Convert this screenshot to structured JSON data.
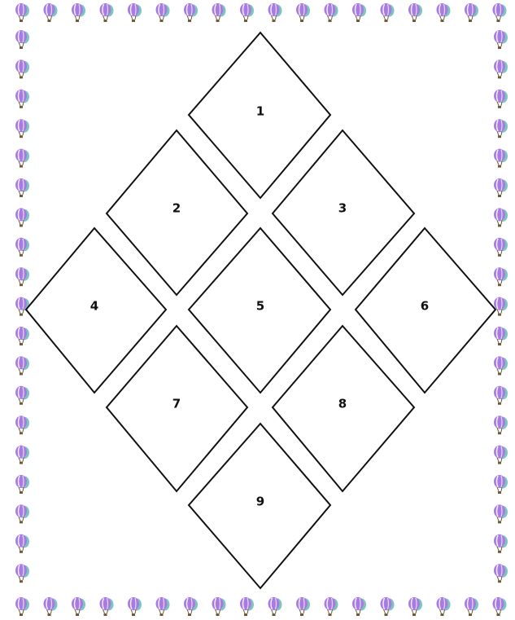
{
  "diamonds": [
    {
      "label": "1"
    },
    {
      "label": "2"
    },
    {
      "label": "3"
    },
    {
      "label": "4"
    },
    {
      "label": "5"
    },
    {
      "label": "6"
    },
    {
      "label": "7"
    },
    {
      "label": "8"
    },
    {
      "label": "9"
    }
  ],
  "border": {
    "icon": "hot-air-balloon-icon",
    "colors": {
      "purple": "#a77be0",
      "teal": "#7cc6c0",
      "basket": "#6f5a3a"
    }
  }
}
